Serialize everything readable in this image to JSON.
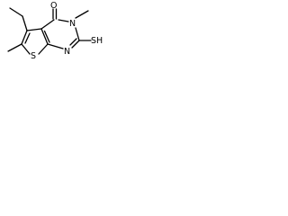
{
  "structure": {
    "atoms": {
      "oxygen": "O",
      "n3": "N",
      "n1": "N",
      "sulfur_ring": "S",
      "thiol": "SH"
    }
  }
}
